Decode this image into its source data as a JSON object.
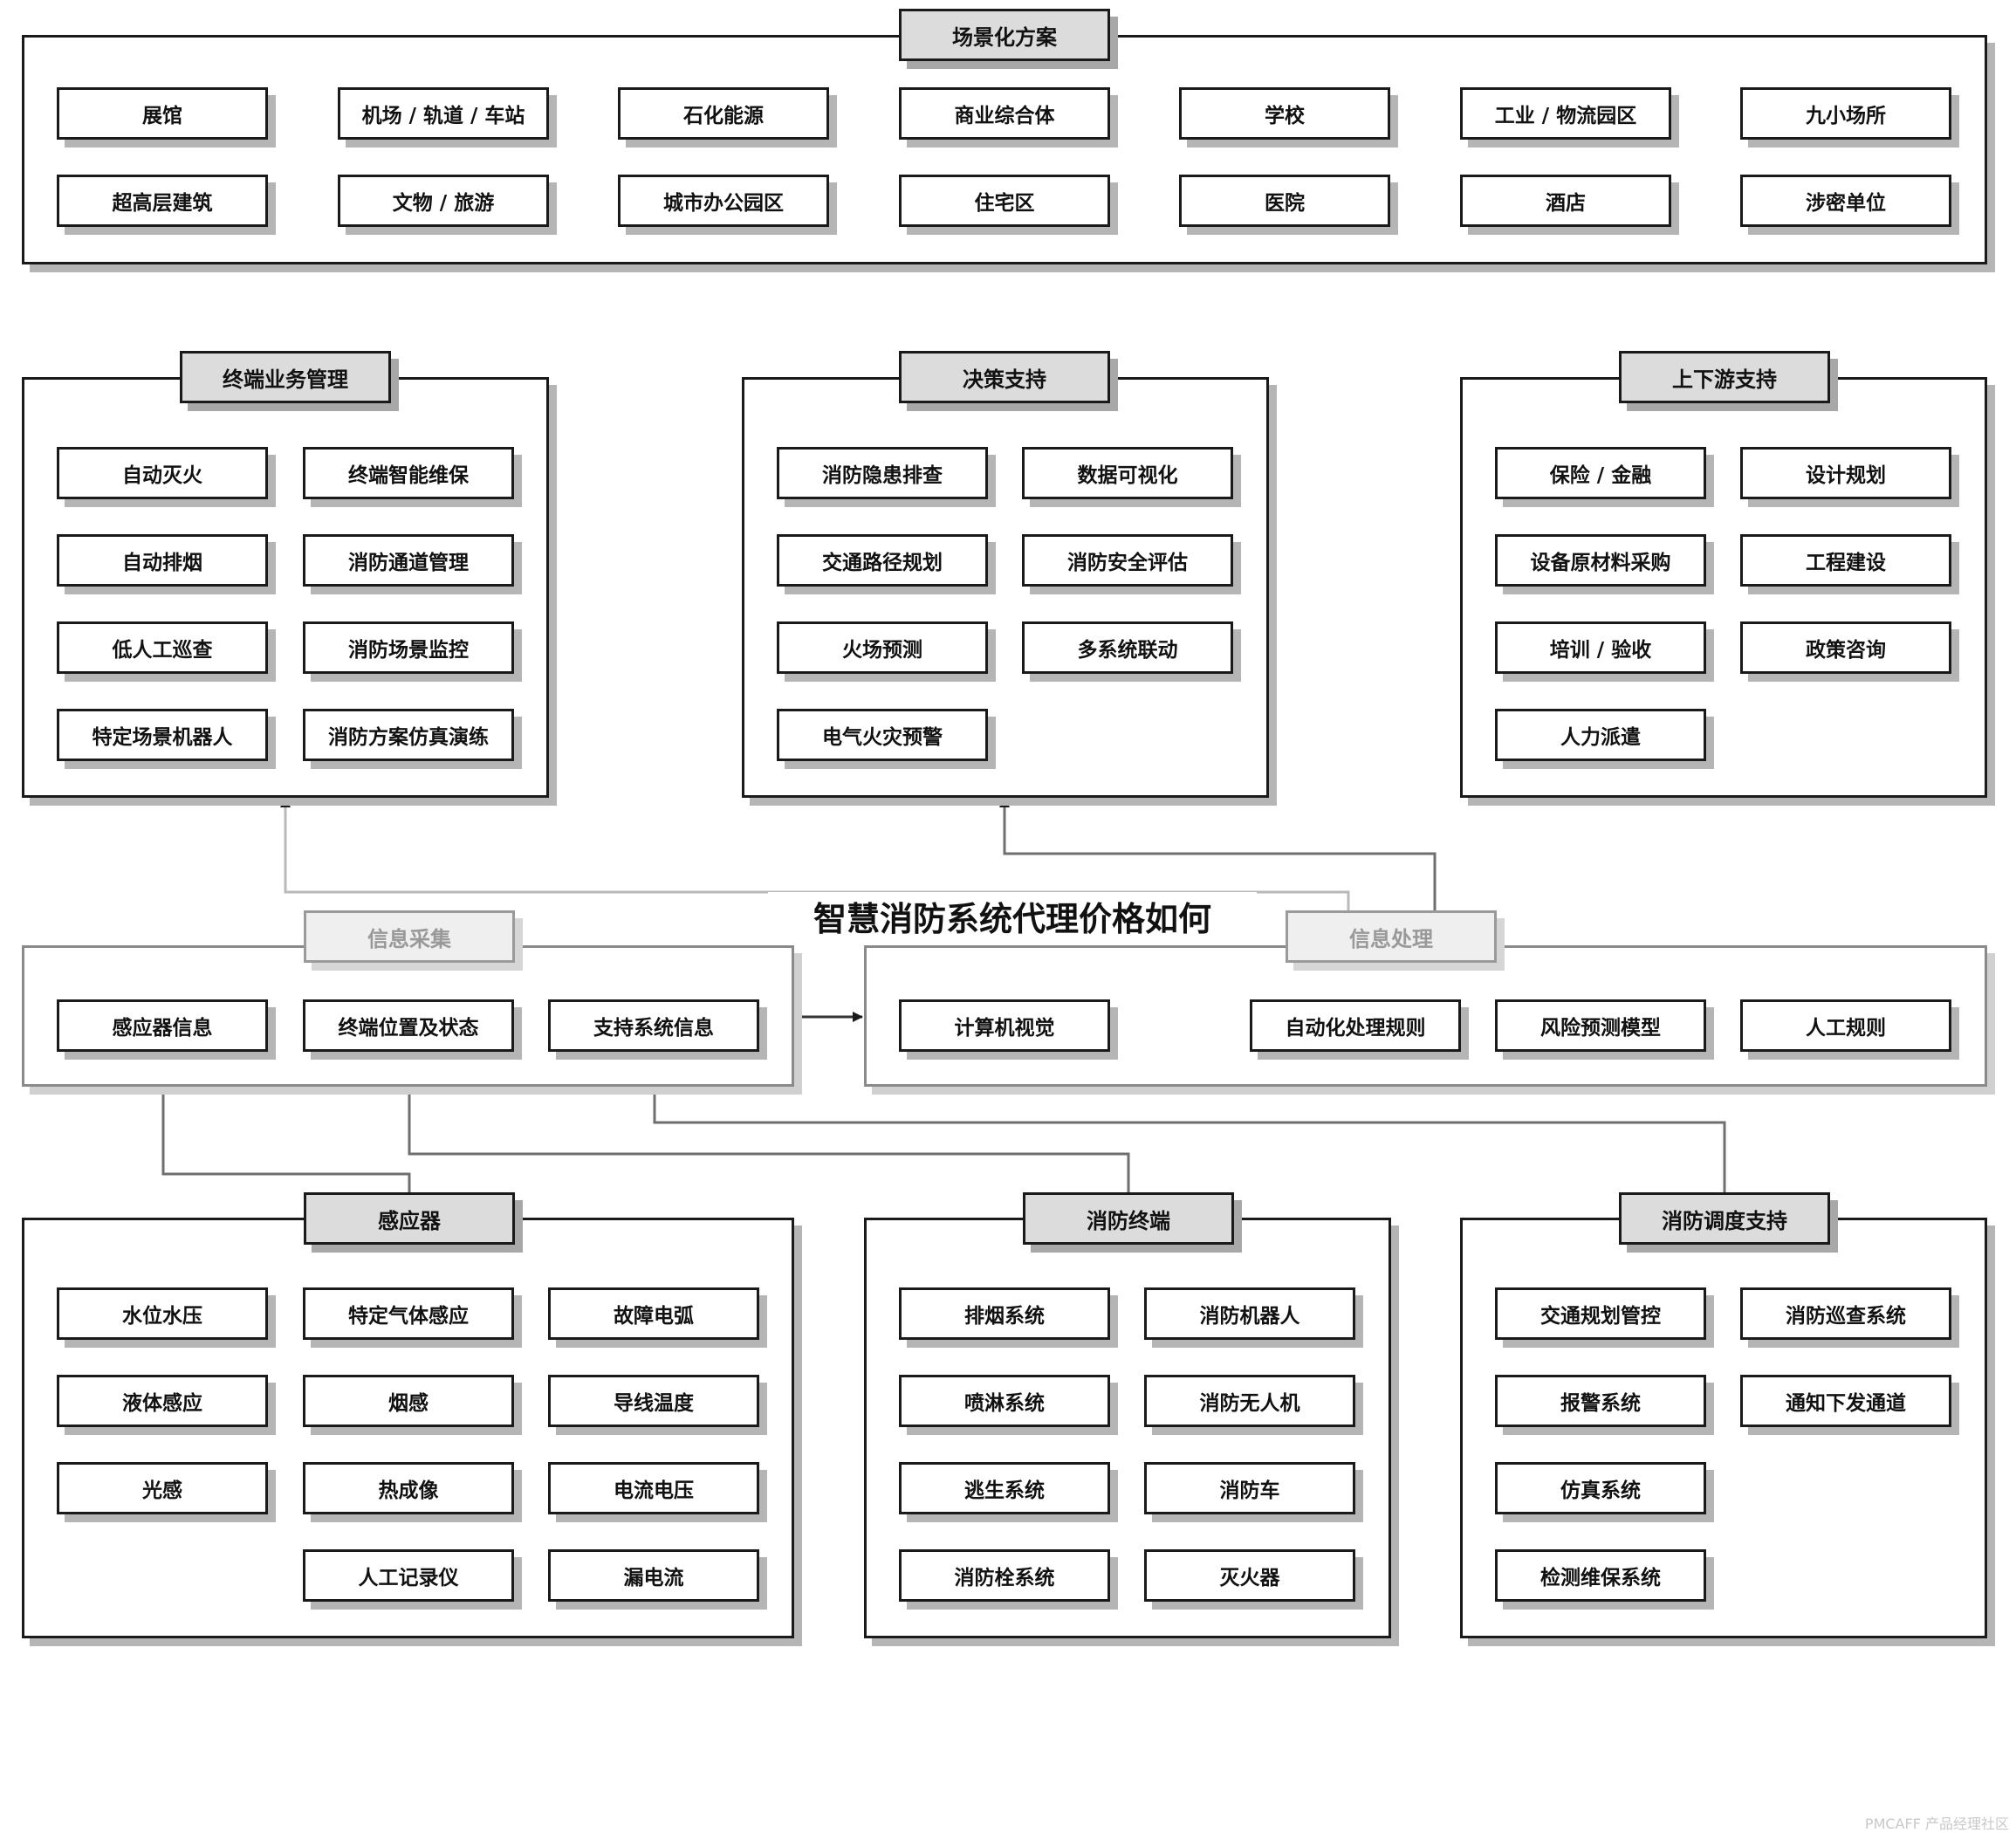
{
  "title": "智慧消防系统代理价格如何",
  "watermark": "PMCAFF 产品经理社区",
  "colors": {
    "border": "#1a1a1a",
    "title_fill": "#dcdcdc",
    "shadow": "#b5b5b5",
    "connector": "#333333"
  },
  "groups": {
    "scenario": {
      "title": "场景化方案",
      "items": [
        "展馆",
        "机场 / 轨道 / 车站",
        "石化能源",
        "商业综合体",
        "学校",
        "工业 / 物流园区",
        "九小场所",
        "超高层建筑",
        "文物 / 旅游",
        "城市办公园区",
        "住宅区",
        "医院",
        "酒店",
        "涉密单位"
      ]
    },
    "terminal_mgmt": {
      "title": "终端业务管理",
      "items": [
        "自动灭火",
        "终端智能维保",
        "自动排烟",
        "消防通道管理",
        "低人工巡查",
        "消防场景监控",
        "特定场景机器人",
        "消防方案仿真演练"
      ]
    },
    "decision": {
      "title": "决策支持",
      "items": [
        "消防隐患排查",
        "数据可视化",
        "交通路径规划",
        "消防安全评估",
        "火场预测",
        "多系统联动",
        "电气火灾预警"
      ]
    },
    "updown": {
      "title": "上下游支持",
      "items": [
        "保险 / 金融",
        "设计规划",
        "设备原材料采购",
        "工程建设",
        "培训 / 验收",
        "政策咨询",
        "人力派遣"
      ]
    },
    "info_collect": {
      "title": "信息采集",
      "items": [
        "感应器信息",
        "终端位置及状态",
        "支持系统信息"
      ]
    },
    "info_process": {
      "title": "信息处理",
      "items": [
        "计算机视觉",
        "自动化处理规则",
        "风险预测模型",
        "人工规则"
      ]
    },
    "sensor": {
      "title": "感应器",
      "items": [
        "水位水压",
        "特定气体感应",
        "故障电弧",
        "液体感应",
        "烟感",
        "导线温度",
        "光感",
        "热成像",
        "电流电压",
        "人工记录仪",
        "漏电流"
      ]
    },
    "fire_terminal": {
      "title": "消防终端",
      "items": [
        "排烟系统",
        "消防机器人",
        "喷淋系统",
        "消防无人机",
        "逃生系统",
        "消防车",
        "消防栓系统",
        "灭火器"
      ]
    },
    "dispatch": {
      "title": "消防调度支持",
      "items": [
        "交通规划管控",
        "消防巡查系统",
        "报警系统",
        "通知下发通道",
        "仿真系统",
        "检测维保系统"
      ]
    }
  }
}
